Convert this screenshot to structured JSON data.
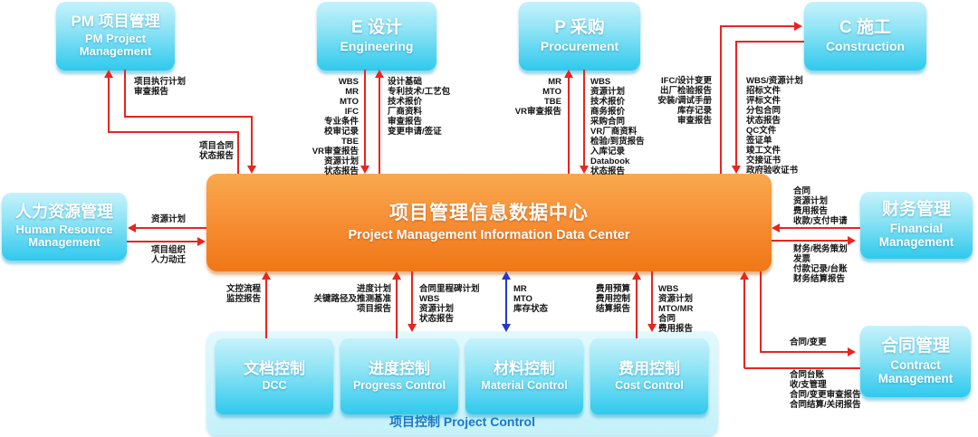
{
  "colors": {
    "arrow_red": "#e8251f",
    "arrow_blue": "#2438c8",
    "node_cyan_top": "#c6f2fb",
    "node_cyan_bottom": "#2fc9ed",
    "center_orange_top": "#f9a94f",
    "center_orange_bottom": "#ef7716",
    "control_group_bg": "#c4f1fa",
    "control_label_blue": "#1877c9"
  },
  "nodes": {
    "pm": {
      "title": "PM 项目管理",
      "subtitle": "PM Project\nManagement"
    },
    "engineering": {
      "title": "E 设计",
      "subtitle": "Engineering"
    },
    "procurement": {
      "title": "P 采购",
      "subtitle": "Procurement"
    },
    "construction": {
      "title": "C 施工",
      "subtitle": "Construction"
    },
    "hr": {
      "title": "人力资源管理",
      "subtitle": "Human Resource\nManagement"
    },
    "finance": {
      "title": "财务管理",
      "subtitle": "Financial\nManagement"
    },
    "contract": {
      "title": "合同管理",
      "subtitle": "Contract\nManagement"
    },
    "center": {
      "title": "项目管理信息数据中心",
      "subtitle": "Project Management Information Data Center"
    },
    "doc_control": {
      "title": "文档控制",
      "subtitle": "DCC"
    },
    "progress_control": {
      "title": "进度控制",
      "subtitle": "Progress Control"
    },
    "material_control": {
      "title": "材料控制",
      "subtitle": "Material Control"
    },
    "cost_control": {
      "title": "费用控制",
      "subtitle": "Cost Control"
    },
    "project_control_group": {
      "label": "项目控制 Project Control"
    }
  },
  "flow_labels": {
    "pm_to_center": "项目执行计划\n审查报告",
    "center_to_pm": "项目合同\n状态报告",
    "engineering_to_center": "WBS\nMR\nMTO\nIFC\n专业条件\n校审记录\nTBE\nVR审查报告\n资源计划\n状态报告",
    "center_to_engineering": "设计基础\n专利技术/工艺包\n技术报价\n厂商资料\n审查报告\n变更申请/签证",
    "center_to_procurement": "MR\nMTO\nTBE\nVR审查报告",
    "procurement_to_center": "WBS\n资源计划\n技术报价\n商务报价\n采购合同\nVR厂商资料\n检验/到货报告\n入库记录\nDatabook\n状态报告",
    "center_to_construction": "IFC/设计变更\n出厂检验报告\n安装/调试手册\n库存记录\n审查报告",
    "construction_to_center": "WBS/资源计划\n招标文件\n评标文件\n分包合同\n状态报告\nQC文件\n签证单\n竣工文件\n交接证书\n政府验收证书",
    "center_to_hr": "资源计划",
    "hr_to_center": "项目组织\n人力动迁",
    "finance_to_center": "合同\n资源计划\n费用报告\n收款/支付申请",
    "center_to_finance": "财务/税务策划\n发票\n付款记录/台账\n财务结算报告",
    "doc_to_center": "文控流程\n监控报告",
    "progress_to_center": "进度计划\n关键路径及推测基准\n项目报告",
    "center_to_progress": "合同里程碑计划\nWBS\n资源计划\n状态报告",
    "material_center_exchange": "MR\nMTO\n库存状态",
    "cost_to_center": "费用预算\n费用控制\n结算报告",
    "center_to_cost": "WBS\n资源计划\nMTO/MR\n合同\n费用报告",
    "center_to_contract": "合同/变更",
    "contract_to_center": "合同台账\n收/支管理\n合同/变更审查报告\n合同结算/关闭报告"
  }
}
